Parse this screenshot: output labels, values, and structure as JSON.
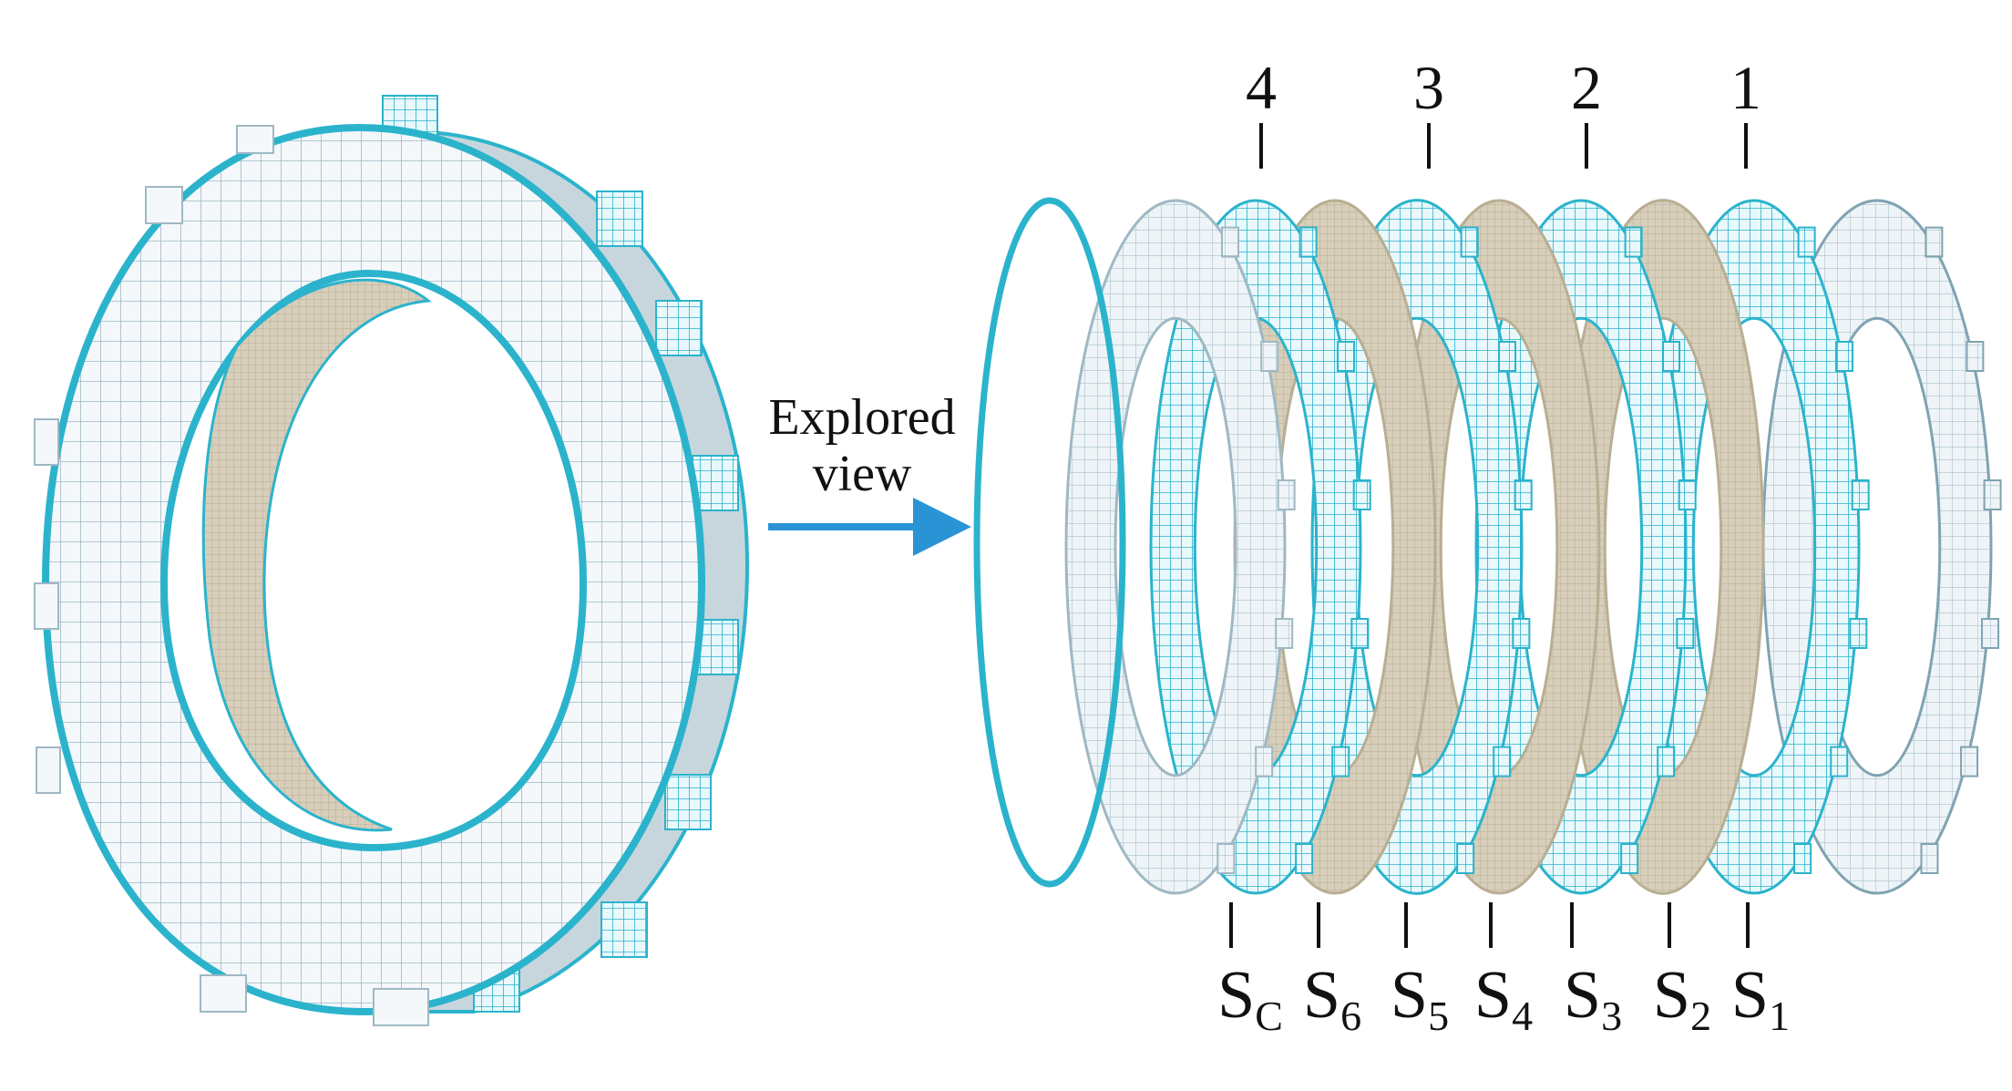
{
  "caption": {
    "line1": "Explored",
    "line2": "view"
  },
  "top_labels": [
    "4",
    "3",
    "2",
    "1"
  ],
  "bottom_labels": [
    {
      "main": "S",
      "sub": "C"
    },
    {
      "main": "S",
      "sub": "6"
    },
    {
      "main": "S",
      "sub": "5"
    },
    {
      "main": "S",
      "sub": "4"
    },
    {
      "main": "S",
      "sub": "3"
    },
    {
      "main": "S",
      "sub": "2"
    },
    {
      "main": "S",
      "sub": "1"
    }
  ],
  "colors": {
    "mesh_cyan": "#2bb3cc",
    "mesh_gray": "#b9cfd8",
    "friction_tan": "#cdc4ae",
    "arrow": "#2a93d5"
  }
}
